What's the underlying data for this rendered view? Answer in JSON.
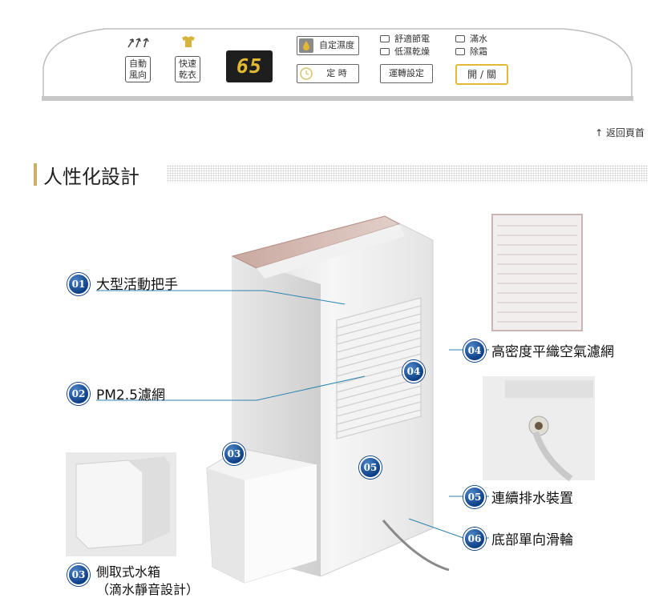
{
  "panel": {
    "swing_label": "自動\n風向",
    "quickdry_label": "快速\n乾衣",
    "display_value": "65",
    "auto_humidity_label": "自定濕度",
    "timer_label": "定 時",
    "mode_comfort_label": "舒適節電",
    "mode_lowdry_label": "低濕乾燥",
    "full_water_label": "滿水",
    "defrost_label": "除霜",
    "run_setting_label": "運轉設定",
    "power_label": "開 / 關"
  },
  "nav": {
    "back_to_top": "返回頁首"
  },
  "section": {
    "title": "人性化設計"
  },
  "features": [
    {
      "num": "01",
      "label": "大型活動把手"
    },
    {
      "num": "02",
      "label": "PM2.5濾網"
    },
    {
      "num": "03",
      "label": "側取式水箱"
    },
    {
      "num": "04",
      "label": "高密度平織空氣濾網"
    },
    {
      "num": "05",
      "label": "連續排水裝置"
    },
    {
      "num": "06",
      "label": "底部單向滑輪"
    }
  ],
  "features_extra": {
    "tank_note": "（滴水靜音設計）"
  },
  "device_labels": {
    "num03": "03",
    "num04": "04",
    "num05": "05"
  },
  "colors": {
    "accent_gold": "#c9b06a",
    "callout_blue": "#0d3f86",
    "power_border": "#e6b83a",
    "lcd_digits": "#e2b932"
  }
}
